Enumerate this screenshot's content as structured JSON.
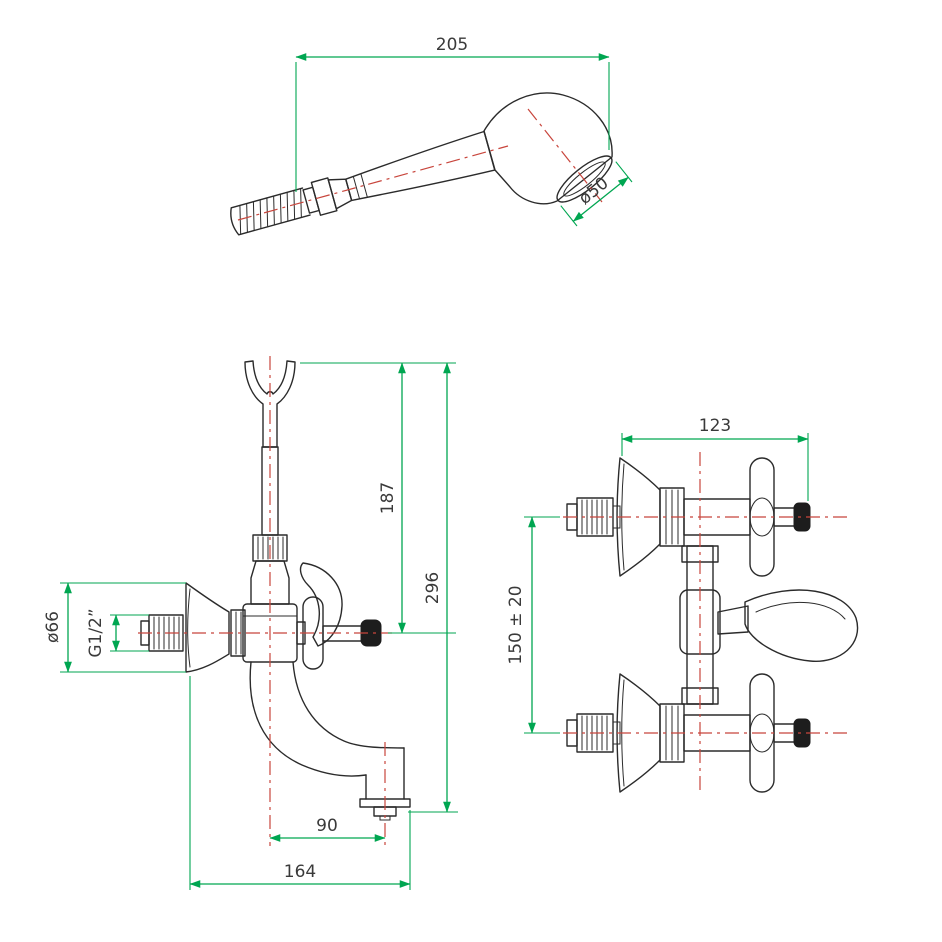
{
  "drawing": {
    "type": "technical-dimension-drawing",
    "subject": "wall-mounted bath mixer with hand shower",
    "colors": {
      "background": "#ffffff",
      "outline": "#2b2b2b",
      "dimension_lines": "#00a651",
      "centerlines": "#c8453c",
      "dimension_text": "#3a3a3a"
    },
    "views": {
      "hand_shower": {
        "name": "hand shower top view",
        "dim_length": "205",
        "dim_head_diameter": "ø50"
      },
      "side": {
        "name": "mixer side view",
        "dim_holder_height": "187",
        "dim_total_height": "296",
        "dim_flange_diameter": "ø66",
        "dim_thread": "G1/2”",
        "dim_spout_offset": "90",
        "dim_total_depth": "164"
      },
      "front": {
        "name": "mixer front view",
        "dim_projection": "123",
        "dim_center_distance": "150 ± 20"
      }
    }
  }
}
